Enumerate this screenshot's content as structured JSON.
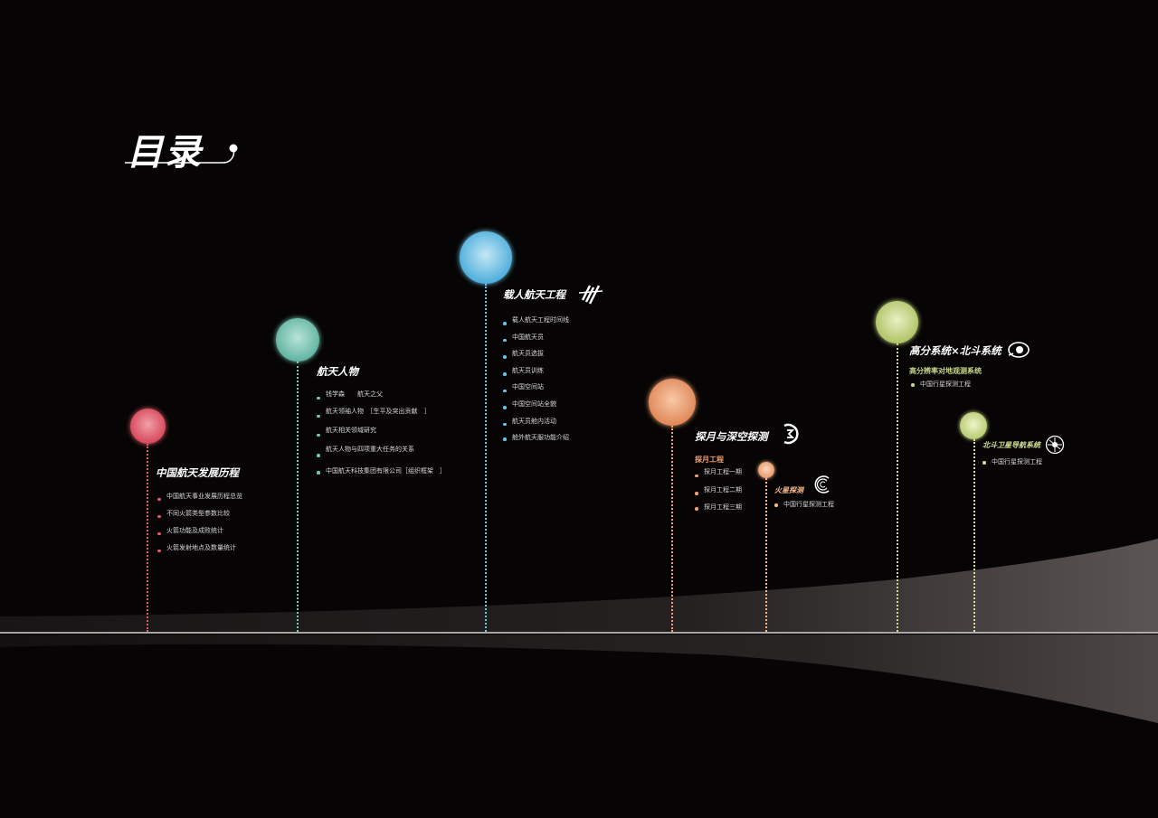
{
  "title": "目录",
  "sections": [
    {
      "name": "history",
      "color": "#e05a68",
      "heading": "中国航天发展历程",
      "items": [
        "中国航天事业发展历程总览",
        "不同火箭类型参数比较",
        "火箭功能及成败统计",
        "火箭发射地点及数量统计"
      ]
    },
    {
      "name": "people",
      "color": "#78c8b8",
      "heading": "航天人物",
      "items": [
        "钱学森　　航天之父",
        "航天领袖人物　［生平及突出贡献　］",
        "航天相关领域研究",
        "航天人物与四项重大任务的关系",
        "中国航天科技集团有限公司［组织框架　］"
      ]
    },
    {
      "name": "manned",
      "color": "#6ec4e8",
      "heading": "载人航天工程",
      "emblem": "manned-space-icon",
      "items": [
        "载人航天工程时间线",
        "中国航天员",
        "航天员选拔",
        "航天员训练",
        "中国空间站",
        "中国空间站全貌",
        "航天员舱内活动",
        "舱外航天服功能介绍"
      ]
    },
    {
      "name": "lunar",
      "color": "#f0a070",
      "heading": "探月与深空探测",
      "emblem": "lunar-exploration-icon",
      "sub": "探月工程",
      "items": [
        "探月工程一期",
        "探月工程二期",
        "探月工程三期"
      ]
    },
    {
      "name": "mars",
      "color": "#f6b88a",
      "sub": "火星探测",
      "emblem": "mars-exploration-icon",
      "items": [
        "中国行星探测工程"
      ]
    },
    {
      "name": "gaofen",
      "color": "#c8d88a",
      "heading": "高分系统×北斗系统",
      "emblem": "gaofen-icon",
      "sub": "高分辨率对地观测系统",
      "items": [
        "中国行星探测工程"
      ]
    },
    {
      "name": "beidou",
      "color": "#d2e098",
      "sub": "北斗卫星导航系统",
      "emblem": "beidou-icon",
      "items": [
        "中国行星探测工程"
      ]
    }
  ]
}
